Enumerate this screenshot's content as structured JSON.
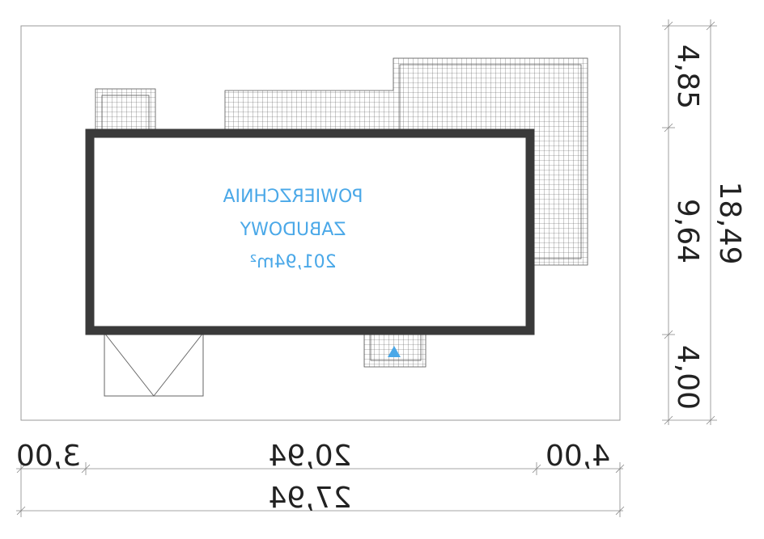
{
  "building": {
    "label_line1": "POWIERZCHNIA",
    "label_line2": "ZABUDOWY",
    "area": "201,94m²"
  },
  "dimensions": {
    "bottom_left": "3,00",
    "bottom_middle": "20,94",
    "bottom_right": "4,00",
    "bottom_total": "27,94",
    "right_top": "4,85",
    "right_middle": "9,64",
    "right_bottom": "4,00",
    "right_total": "18,49"
  },
  "colors": {
    "building_outline": "#3a3a3a",
    "label_blue": "#4aa8e8",
    "hatch": "#555555",
    "dimension_line": "#888888",
    "plot_border": "#999999"
  }
}
